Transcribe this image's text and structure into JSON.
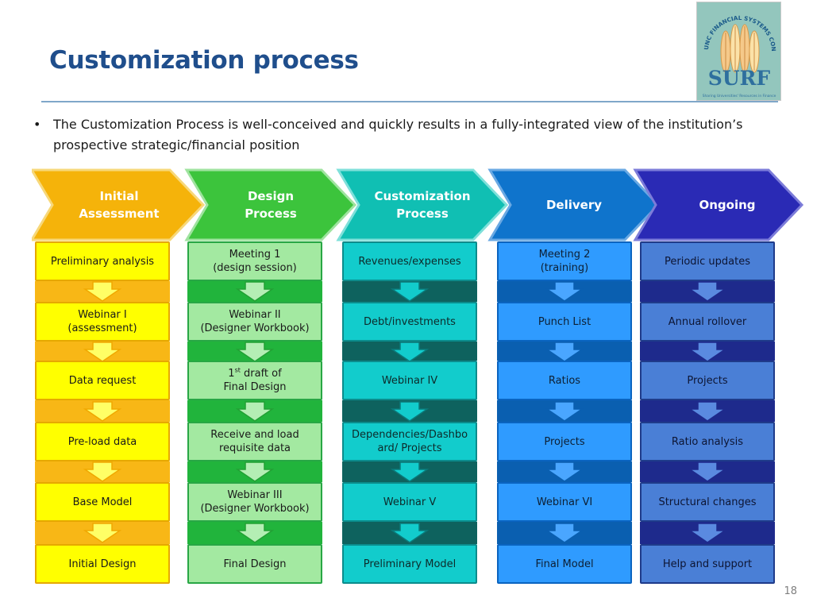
{
  "slide": {
    "title": "Customization process",
    "bullet": "The Customization Process is well-conceived and quickly results in a fully-integrated view of the institution’s prospective strategic/financial position",
    "page_number": "18"
  },
  "logo": {
    "icon": "surf-conference-logo",
    "arc_text": "UNC FINANCIAL SYSTEMS CONFERENCE",
    "wordmark": "SURF",
    "tagline": "Sharing Universities' Resources in Finance"
  },
  "columns": [
    {
      "key": "initial",
      "header": "Initial\nAssessment",
      "colors": {
        "chevron": "#f5b30a",
        "chevron_border": "#f7d87a",
        "band": "#f8b716",
        "box_fill": "#ffff00",
        "box_border": "#e6a800",
        "box_text": "#1a1a1a",
        "arrow": "#ffff66",
        "arrow_border": "#f0a800"
      },
      "items": [
        {
          "text": "Preliminary analysis"
        },
        {
          "text": "Webinar I\n(assessment)"
        },
        {
          "text": "Data request"
        },
        {
          "text": "Pre-load data"
        },
        {
          "text": "Base Model"
        },
        {
          "text": "Initial Design"
        }
      ]
    },
    {
      "key": "design",
      "header": "Design\nProcess",
      "colors": {
        "chevron": "#3cc43c",
        "chevron_border": "#9fe39f",
        "band": "#21b43c",
        "box_fill": "#a3e9a1",
        "box_border": "#28a745",
        "box_text": "#1a1a1a",
        "arrow": "#b4eeb4",
        "arrow_border": "#22a034"
      },
      "items": [
        {
          "text": "Meeting 1\n(design session)"
        },
        {
          "text": "Webinar II\n(Designer Workbook)"
        },
        {
          "text": "1",
          "sup": "st",
          "text_after": " draft of\nFinal Design"
        },
        {
          "text": "Receive and load\nrequisite data"
        },
        {
          "text": "Webinar III\n(Designer Workbook)"
        },
        {
          "text": "Final Design"
        }
      ]
    },
    {
      "key": "customization",
      "header": "Customization\nProcess",
      "colors": {
        "chevron": "#10bfb3",
        "chevron_border": "#7fe0da",
        "band": "#0e625e",
        "box_fill": "#12cccc",
        "box_border": "#0b8c8c",
        "box_text": "#0d2a2a",
        "arrow": "#12cccc",
        "arrow_border": "#0a7a7a"
      },
      "items": [
        {
          "text": "Revenues/expenses"
        },
        {
          "text": "Debt/investments"
        },
        {
          "text": "Webinar IV"
        },
        {
          "text": "Dependencies/Dashbo\nard/  Projects"
        },
        {
          "text": "Webinar V"
        },
        {
          "text": "Preliminary Model"
        }
      ]
    },
    {
      "key": "delivery",
      "header": "Delivery",
      "colors": {
        "chevron": "#0f74cc",
        "chevron_border": "#6aa9e3",
        "band": "#0a5fb0",
        "box_fill": "#2f9bff",
        "box_border": "#0a64c0",
        "box_text": "#0d1f33",
        "arrow": "#4aa6ff",
        "arrow_border": "#0a5fb0"
      },
      "items": [
        {
          "text": "Meeting 2\n(training)"
        },
        {
          "text": "Punch List"
        },
        {
          "text": "Ratios"
        },
        {
          "text": "Projects"
        },
        {
          "text": "Webinar VI"
        },
        {
          "text": "Final Model"
        }
      ]
    },
    {
      "key": "ongoing",
      "header": "Ongoing",
      "colors": {
        "chevron": "#2a2ab5",
        "chevron_border": "#7c7cd9",
        "band": "#1e2a8c",
        "box_fill": "#4a7fd6",
        "box_border": "#1f3b8a",
        "box_text": "#0d1533",
        "arrow": "#5a8ae0",
        "arrow_border": "#1e2a8c"
      },
      "items": [
        {
          "text": "Periodic updates"
        },
        {
          "text": "Annual rollover"
        },
        {
          "text": "Projects"
        },
        {
          "text": "Ratio analysis"
        },
        {
          "text": "Structural changes"
        },
        {
          "text": "Help and support"
        }
      ]
    }
  ]
}
